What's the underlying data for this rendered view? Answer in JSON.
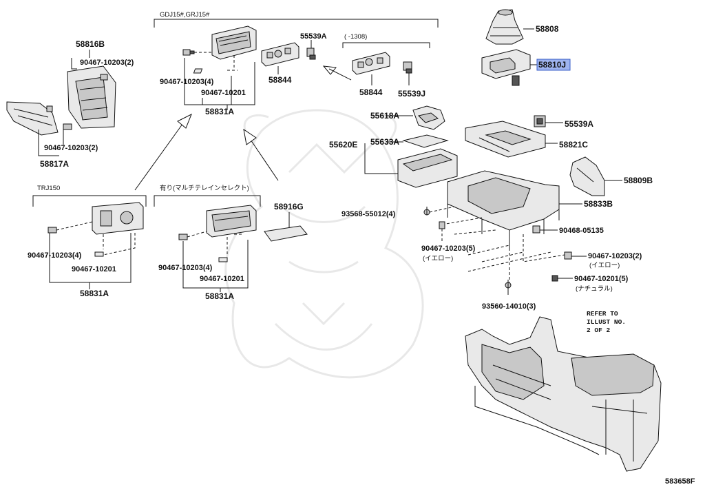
{
  "diagram_code": "583658F",
  "highlighted_part": "58810J",
  "groups": {
    "gdj": "GDJ15#,GRJ15#",
    "range": "(      -1308)",
    "trj": "TRJ150",
    "terrain": "有り(マルチテレインセレクト)"
  },
  "parts": {
    "p58808": "58808",
    "p58810J": "58810J",
    "p58816B": "58816B",
    "p58817A": "58817A",
    "p58831A_top": "58831A",
    "p58831A_left": "58831A",
    "p58831A_mid": "58831A",
    "p58844_a": "58844",
    "p58844_b": "58844",
    "p55539A_top": "55539A",
    "p55539A_right": "55539A",
    "p55539J": "55539J",
    "p55618A": "55618A",
    "p55633A": "55633A",
    "p55620E": "55620E",
    "p58821C": "58821C",
    "p58809B": "58809B",
    "p58833B": "58833B",
    "p58916G": "58916G",
    "p93568": "93568-55012(4)",
    "p90468": "90468-05135",
    "p90467_10203_5": "90467-10203(5)",
    "p90467_10203_5_note": "(イエロー)",
    "p90467_10203_2_r": "90467-10203(2)",
    "p90467_10203_2_r_note": "(イエロー)",
    "p90467_10201_5": "90467-10201(5)",
    "p90467_10201_5_note": "(ナチュラル)",
    "p93560": "93560-14010(3)",
    "p90467_10203_2_a": "90467-10203(2)",
    "p90467_10203_2_b": "90467-10203(2)",
    "p90467_10203_4_top": "90467-10203(4)",
    "p90467_10201_top": "90467-10201",
    "p90467_10203_4_left": "90467-10203(4)",
    "p90467_10201_left": "90467-10201",
    "p90467_10203_4_mid": "90467-10203(4)",
    "p90467_10201_mid": "90467-10201"
  },
  "refer_note": [
    "REFER TO",
    "ILLUST NO.",
    "2 OF 2"
  ]
}
